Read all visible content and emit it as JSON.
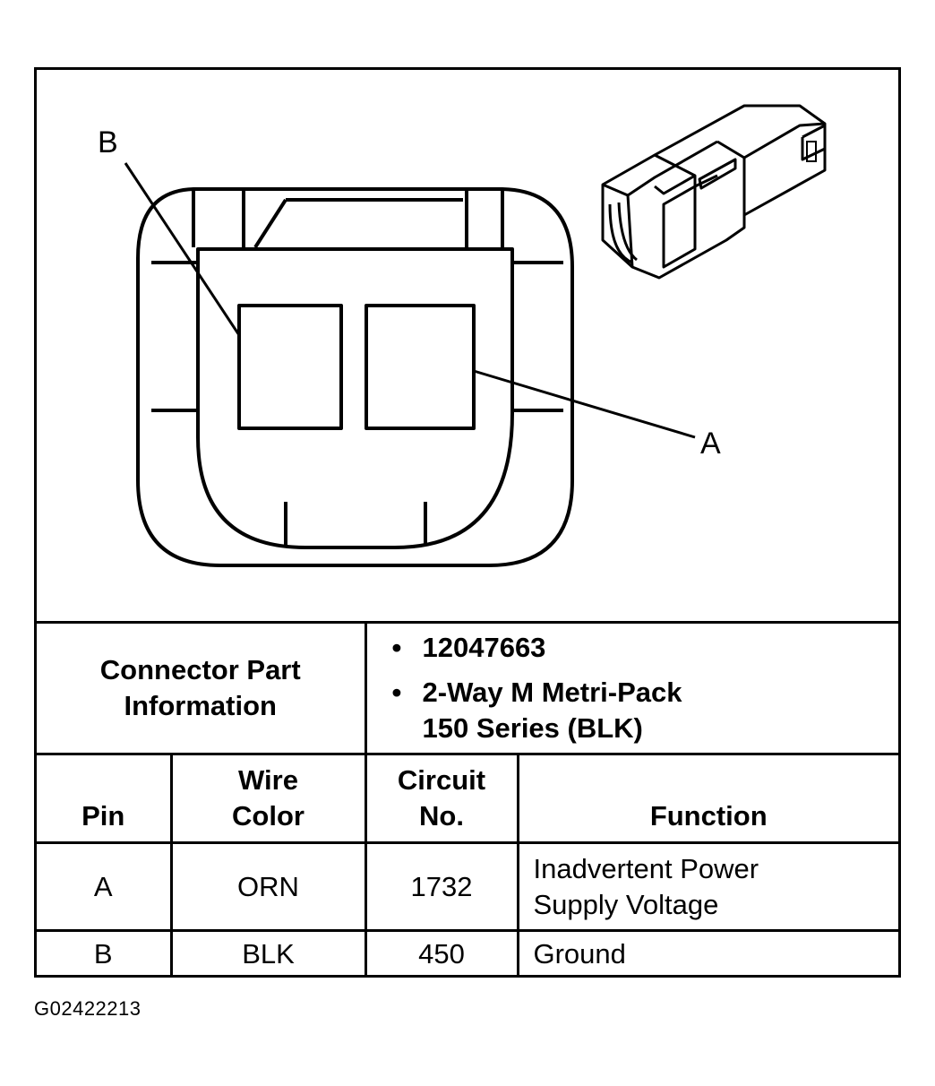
{
  "diagram": {
    "label_b": "B",
    "label_a": "A"
  },
  "table": {
    "connector_info_label": "Connector Part Information",
    "part_number": "12047663",
    "part_description_line1": "2-Way M Metri-Pack",
    "part_description_line2": "150 Series (BLK)",
    "headers": {
      "pin": "Pin",
      "wire_color": "Wire Color",
      "circuit": "Circuit No.",
      "function": "Function"
    },
    "rows": [
      {
        "pin": "A",
        "wire_color": "ORN",
        "circuit": "1732",
        "function_line1": "Inadvertent Power",
        "function_line2": "Supply Voltage"
      },
      {
        "pin": "B",
        "wire_color": "BLK",
        "circuit": "450",
        "function_line1": "Ground",
        "function_line2": ""
      }
    ]
  },
  "figure_id": "G02422213"
}
